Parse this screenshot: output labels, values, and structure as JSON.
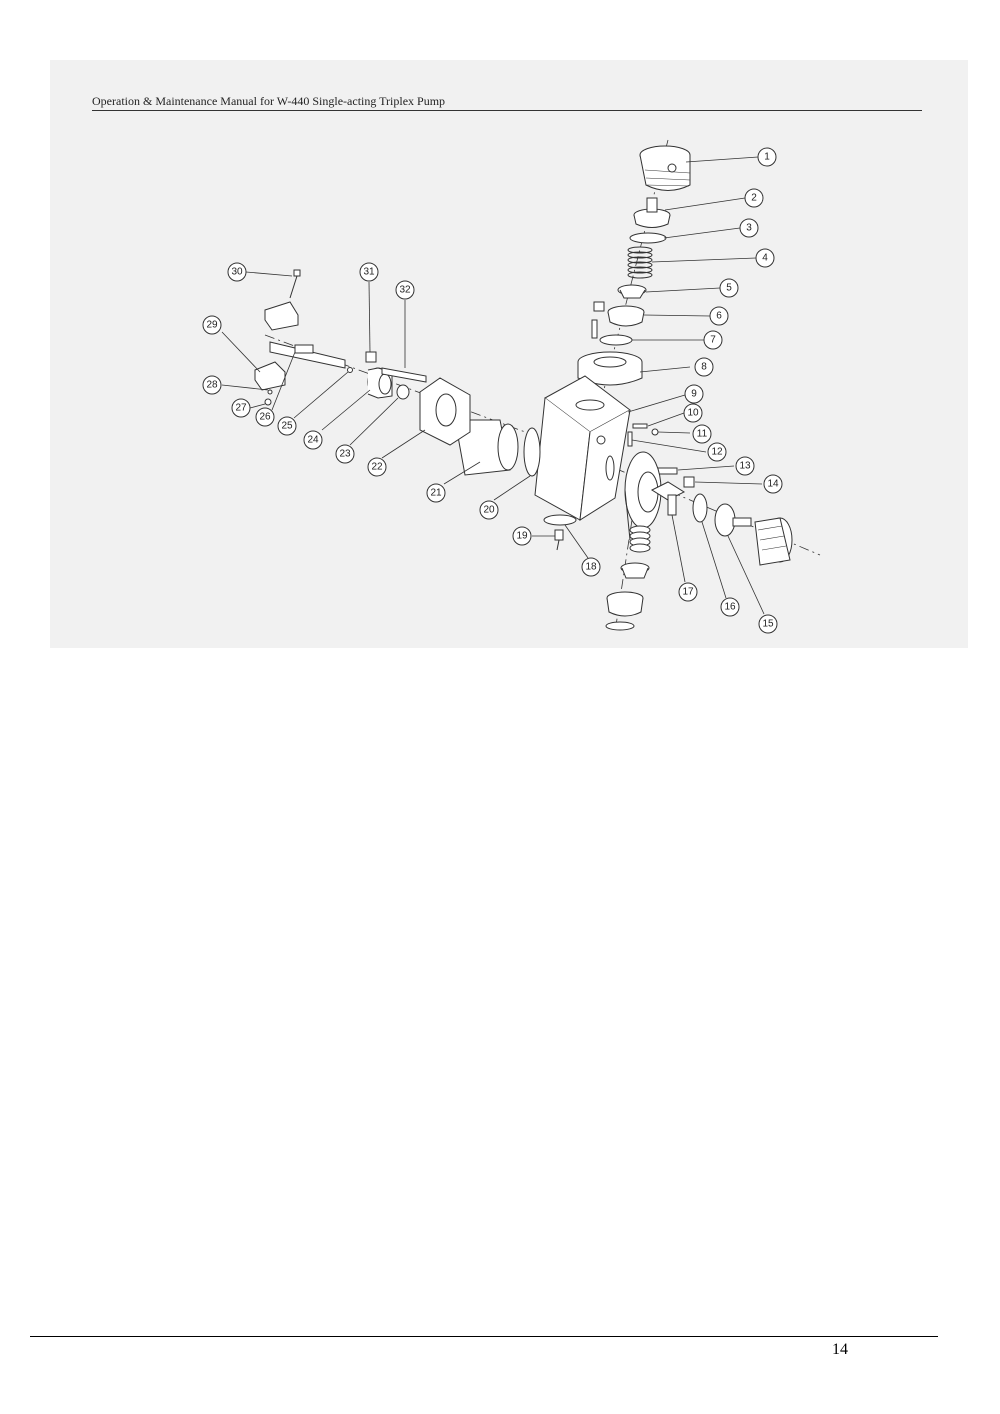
{
  "document": {
    "header": "Operation & Maintenance Manual for W-440 Single-acting Triplex Pump",
    "page_number": "14"
  },
  "diagram": {
    "callouts": [
      "1",
      "2",
      "3",
      "4",
      "5",
      "6",
      "7",
      "8",
      "9",
      "10",
      "11",
      "12",
      "13",
      "14",
      "15",
      "16",
      "17",
      "18",
      "19",
      "20",
      "21",
      "22",
      "23",
      "24",
      "25",
      "26",
      "27",
      "28",
      "29",
      "30",
      "31",
      "32"
    ]
  }
}
